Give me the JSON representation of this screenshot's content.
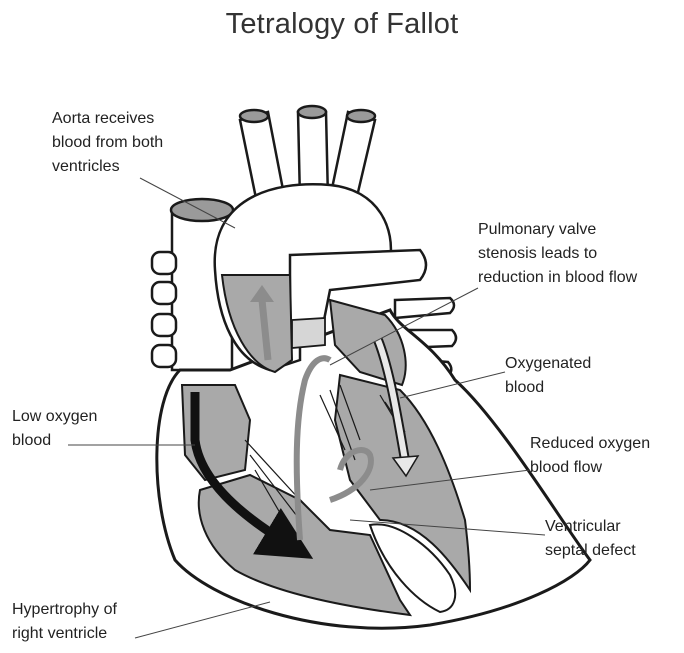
{
  "title": "Tetralogy of Fallot",
  "labels": {
    "aorta": "Aorta receives\nblood from both\nventricles",
    "pulmonary": "Pulmonary valve\nstenosis leads to\nreduction in blood flow",
    "oxygenated": "Oxygenated\nblood",
    "low_oxygen": "Low oxygen\nblood",
    "reduced_flow": "Reduced oxygen\nblood flow",
    "vsd": "Ventricular\nseptal defect",
    "hypertrophy": "Hypertrophy of\nright ventricle"
  },
  "colors": {
    "outline": "#1a1a1a",
    "chamber_fill": "#a9a9a9",
    "light_gray": "#d6d6d6",
    "arrow_dark": "#111111",
    "arrow_gray": "#8c8c8c",
    "arrow_light": "#e8e8e8"
  }
}
